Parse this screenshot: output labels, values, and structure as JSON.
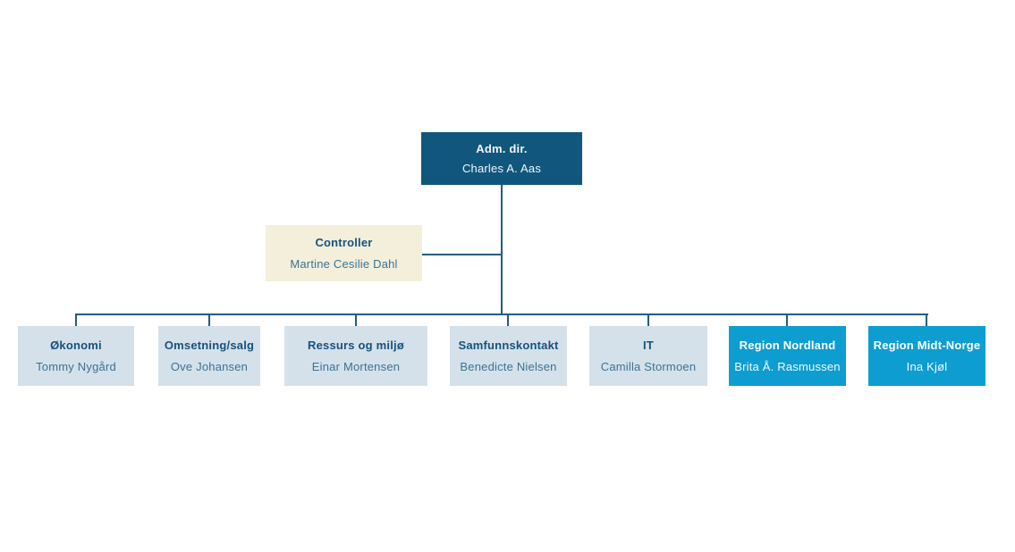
{
  "org_chart": {
    "root": {
      "title": "Adm. dir.",
      "name": "Charles A. Aas"
    },
    "assistant": {
      "title": "Controller",
      "name": "Martine Cesilie Dahl"
    },
    "children": [
      {
        "title": "Økonomi",
        "name": "Tommy Nygård",
        "variant": "light"
      },
      {
        "title": "Omsetning/salg",
        "name": "Ove Johansen",
        "variant": "light"
      },
      {
        "title": "Ressurs og miljø",
        "name": "Einar Mortensen",
        "variant": "light"
      },
      {
        "title": "Samfunnskontakt",
        "name": "Benedicte Nielsen",
        "variant": "light"
      },
      {
        "title": "IT",
        "name": "Camilla Stormoen",
        "variant": "light"
      },
      {
        "title": "Region Nordland",
        "name": "Brita Å. Rasmussen",
        "variant": "bright"
      },
      {
        "title": "Region Midt-Norge",
        "name": "Ina Kjøl",
        "variant": "bright"
      }
    ],
    "colors": {
      "root_bg": "#10567d",
      "root_text": "#f2f7fa",
      "assistant_bg": "#f4efdb",
      "department_bg": "#d5e1ea",
      "region_bg": "#0d9dd1",
      "title_text": "#14527c",
      "name_text": "#3a7392",
      "connector_line": "#235c7c",
      "page_bg": "#ffffff"
    }
  }
}
